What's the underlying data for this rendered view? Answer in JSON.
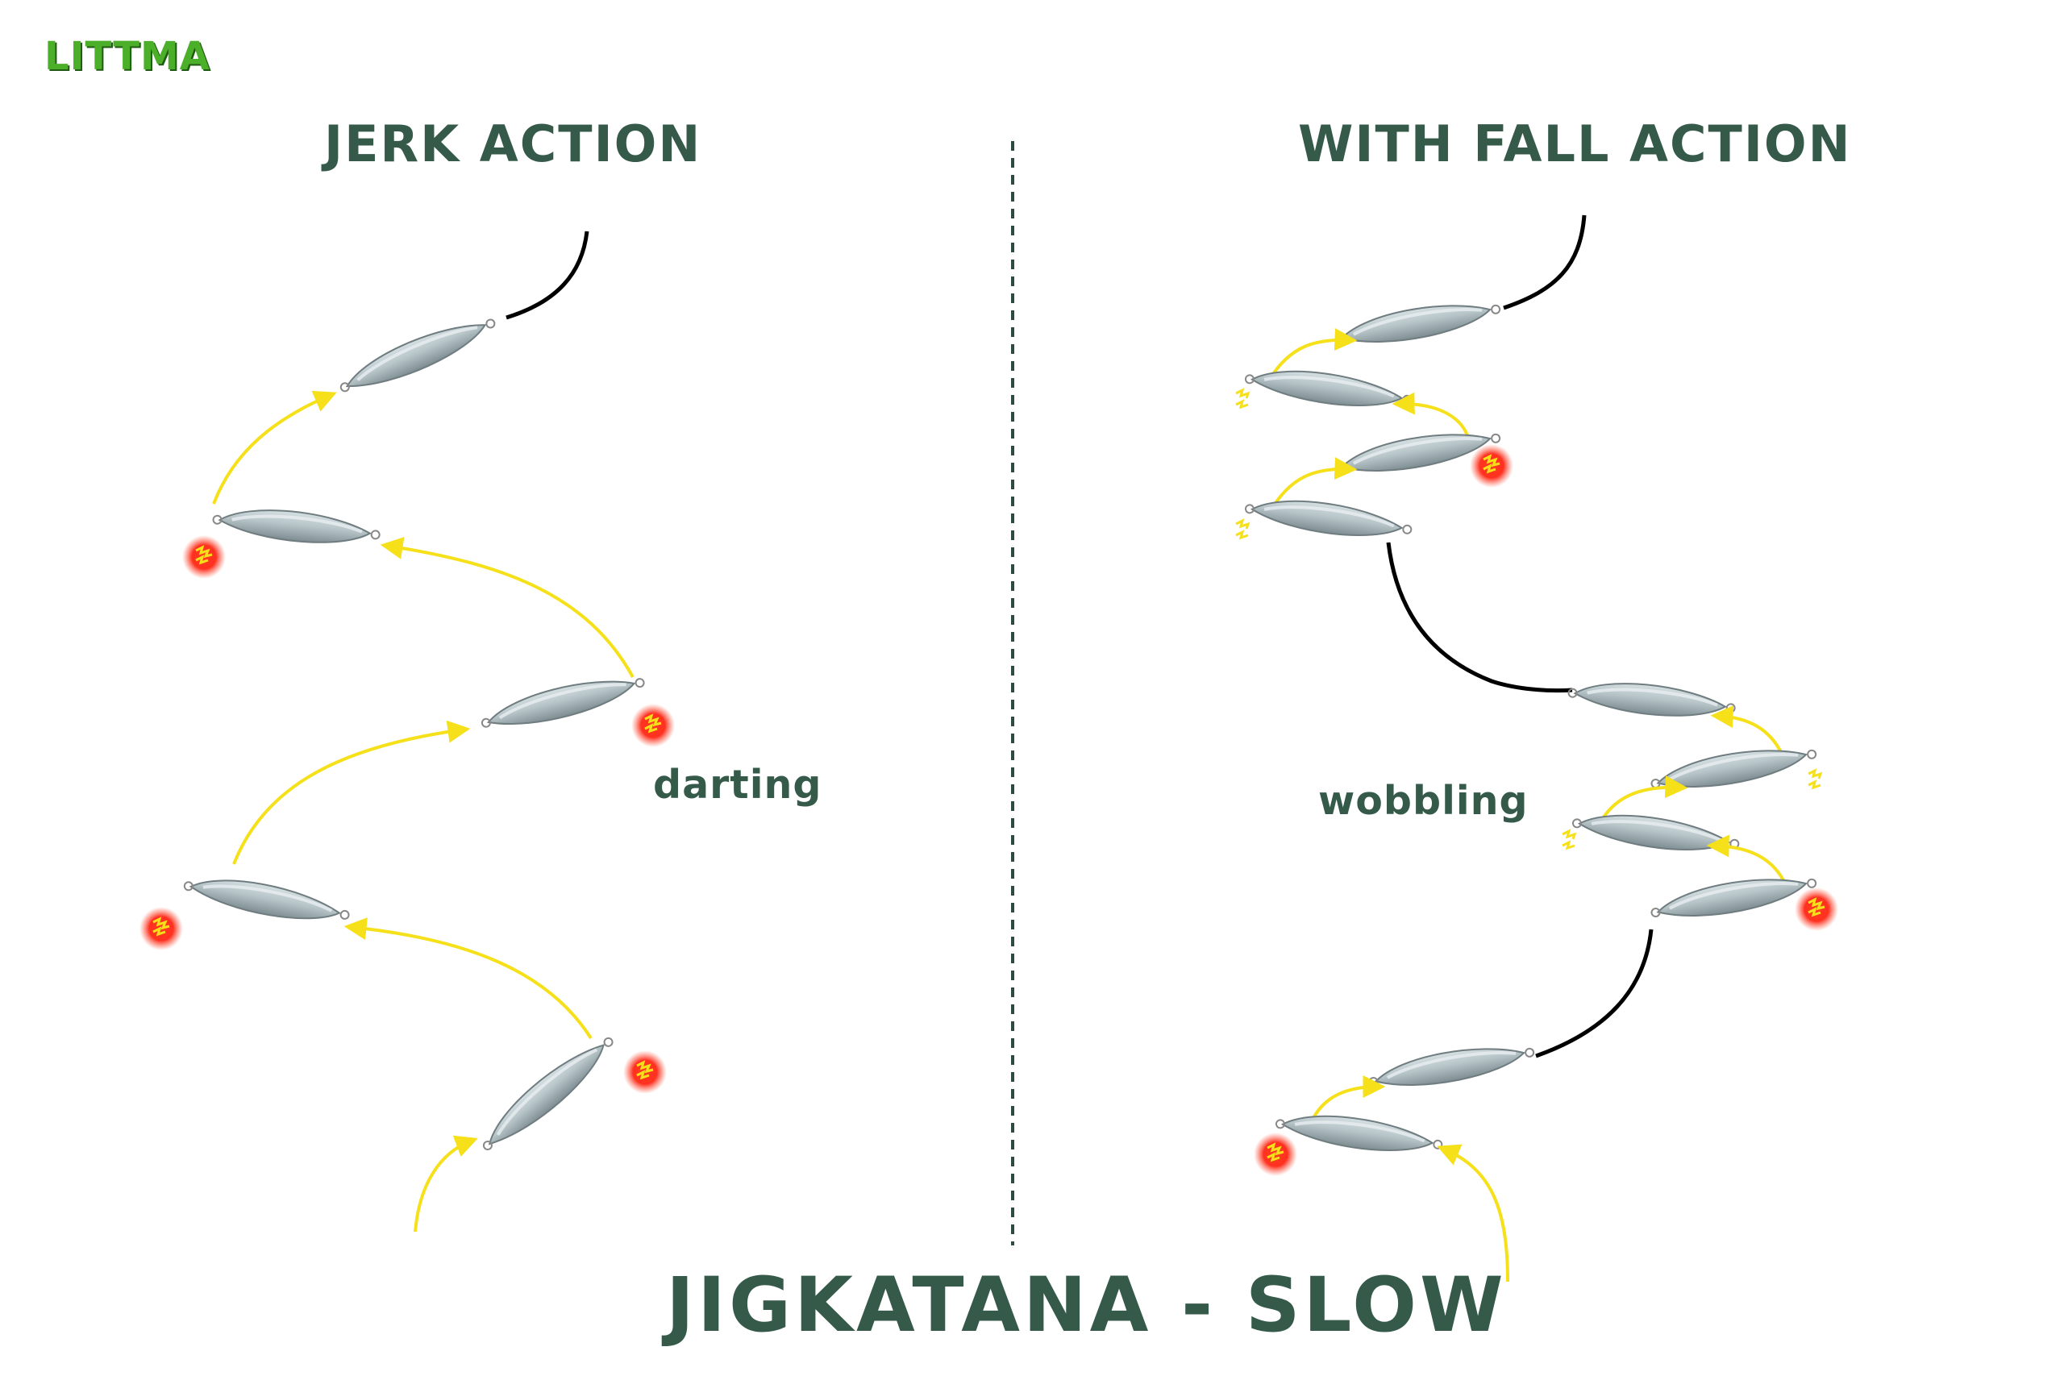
{
  "logo": "LITTMA",
  "left_panel": {
    "heading": "JERK ACTION",
    "label": "darting"
  },
  "right_panel": {
    "heading": "WITH FALL ACTION",
    "label": "wobbling"
  },
  "footer_title": "JIGKATANA - SLOW",
  "colors": {
    "text": "#355a4a",
    "logo": "#4caf2a",
    "path_arrow": "#f5e01a",
    "line": "#000000",
    "lure_body": "#a7b5b9",
    "burst": "#ff2a1a",
    "divider": "#2f4a3f"
  },
  "icons": [
    "lure-icon",
    "yellow-path-arrow",
    "red-burst-icon",
    "wobble-icon",
    "fishing-line",
    "dashed-divider"
  ]
}
